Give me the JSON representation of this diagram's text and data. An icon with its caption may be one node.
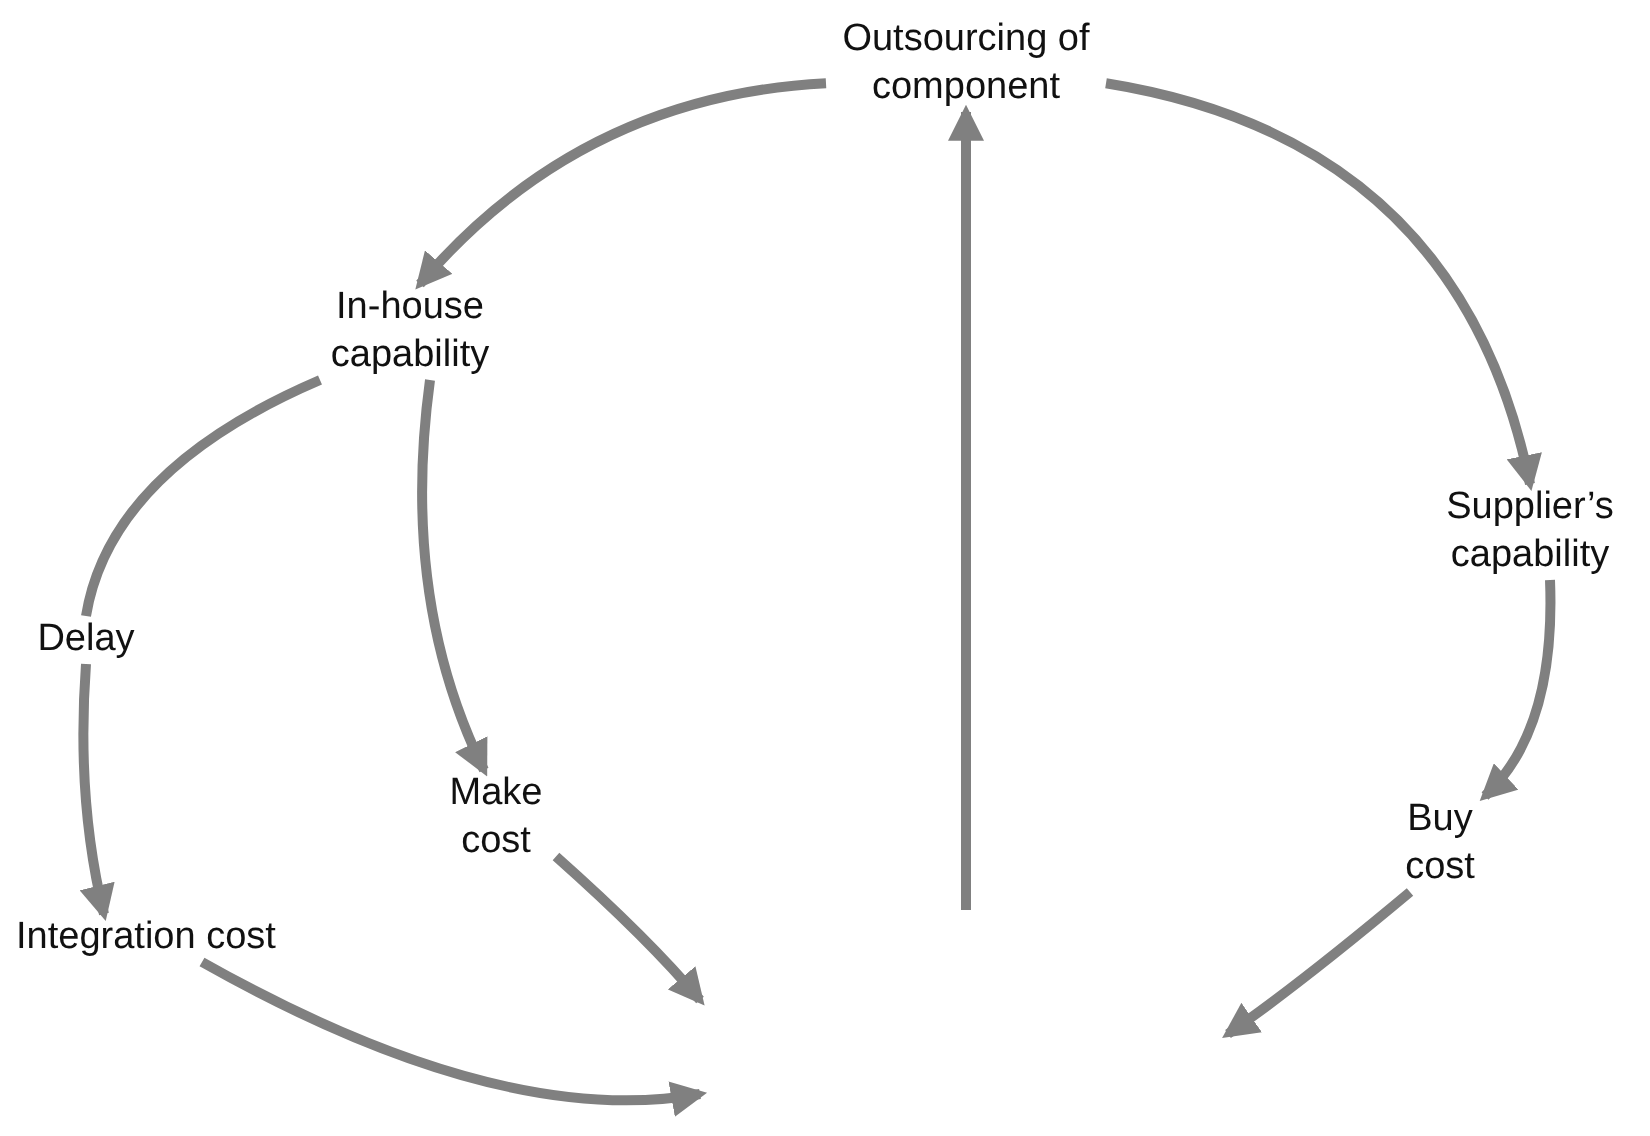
{
  "diagram": {
    "nodes": [
      {
        "text": [
          "Outsourcing of component"
        ]
      },
      {
        "text": [
          "In-house capability"
        ]
      },
      {
        "text": [
          "Supplier’s capability"
        ]
      },
      {
        "text": [
          "Delay"
        ]
      },
      {
        "text": [
          "Make cost"
        ]
      },
      {
        "text": [
          "Integration cost"
        ]
      },
      {
        "text": [
          "Buy cost"
        ]
      }
    ],
    "edges": [
      {
        "from": 0,
        "to": 1,
        "arrow": "to"
      },
      {
        "from": 0,
        "to": 2,
        "arrow": "to"
      },
      {
        "from": 1,
        "to": 3,
        "arrow": "none"
      },
      {
        "from": 1,
        "to": 4,
        "arrow": "to"
      },
      {
        "from": 3,
        "to": 5,
        "arrow": "to"
      },
      {
        "from": 2,
        "to": 6,
        "arrow": "to"
      },
      {
        "from": 4,
        "to": null,
        "arrow": "to"
      },
      {
        "from": 5,
        "to": null,
        "arrow": "to"
      },
      {
        "from": 6,
        "to": null,
        "arrow": "to"
      },
      {
        "from": null,
        "to": 0,
        "arrow": "to"
      }
    ]
  }
}
